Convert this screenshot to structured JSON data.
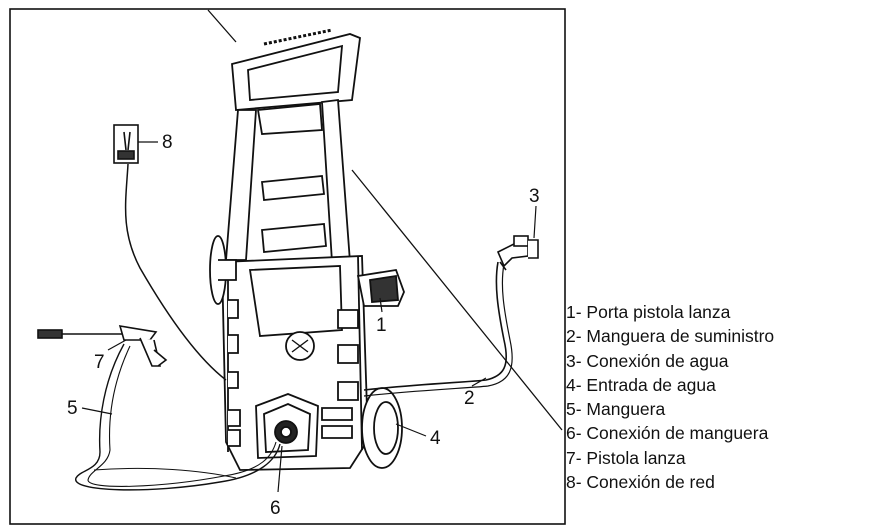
{
  "callouts": {
    "c1": "1",
    "c2": "2",
    "c3": "3",
    "c4": "4",
    "c5": "5",
    "c6": "6",
    "c7": "7",
    "c8": "8"
  },
  "legend": [
    "1- Porta pistola lanza",
    "2- Manguera de suministro",
    "3- Conexión de agua",
    "4- Entrada de agua",
    "5- Manguera",
    "6- Conexión de manguera",
    "7- Pistola lanza",
    "8- Conexión de red"
  ]
}
